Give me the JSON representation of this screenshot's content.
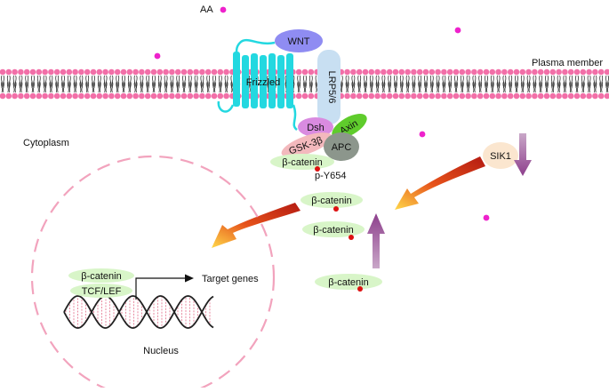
{
  "labels": {
    "aa": "AA",
    "plasma_membrane": "Plasma member",
    "cytoplasm": "Cytoplasm",
    "nucleus": "Nucleus",
    "target_genes": "Target genes",
    "p_y654": "p-Y654"
  },
  "proteins": {
    "wnt": "WNT",
    "frizzled": "Frizzled",
    "lrp": "LRP5/6",
    "dsh": "Dsh",
    "axin": "Axin",
    "gsk": "GSK-3β",
    "apc": "APC",
    "beta_catenin": "β-catenin",
    "sik1": "SIK1",
    "tcf_lef": "TCF/LEF"
  },
  "colors": {
    "wnt": "#8f8cf2",
    "frizzled": "#23d8e0",
    "lrp": "#c8dff2",
    "dsh": "#d98be0",
    "axin": "#5fcc2c",
    "gsk": "#f3b9bd",
    "apc": "#8c968c",
    "beta_catenin": "#d8f5c8",
    "sik1": "#fbe6cf",
    "aa_dot": "#ee22cc",
    "phospho_dot": "#dd1111",
    "membrane": "#f26fa8",
    "nucleus_border": "#f2a3bd",
    "dna_strand": "#222222",
    "dna_rung": "#e88aa0",
    "translocation_arrow": "#cc2a10",
    "up_down_arrow": "#9a4e99"
  }
}
